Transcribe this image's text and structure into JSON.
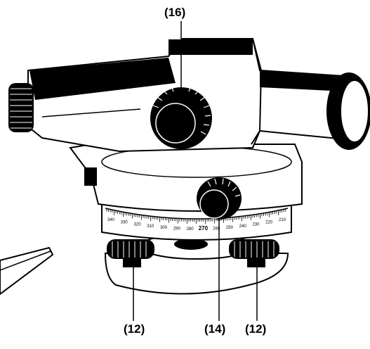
{
  "callouts": {
    "c16": "(16)",
    "c12_left": "(12)",
    "c14": "(14)",
    "c12_right": "(12)"
  },
  "scale": {
    "labels": [
      "340",
      "330",
      "320",
      "310",
      "300",
      "290",
      "280",
      "270",
      "260",
      "250",
      "240",
      "230",
      "220",
      "210"
    ]
  },
  "colors": {
    "ink": "#000000",
    "paper": "#ffffff"
  }
}
